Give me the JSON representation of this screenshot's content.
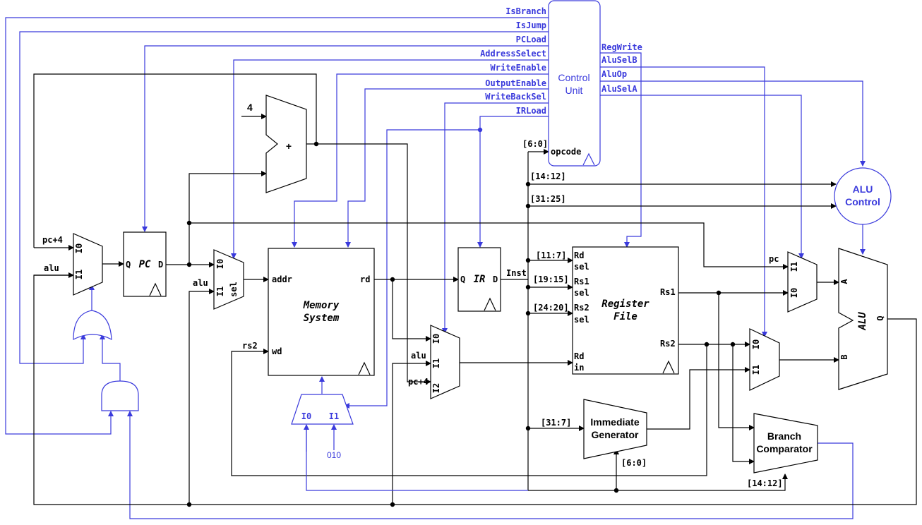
{
  "control_unit": {
    "title_line1": "Control",
    "title_line2": "Unit",
    "outputs_left": [
      "IsBranch",
      "IsJump",
      "PCLoad",
      "AddressSelect",
      "WriteEnable",
      "OutputEnable",
      "WriteBackSel",
      "IRLoad"
    ],
    "outputs_right": [
      "RegWrite",
      "AluSelB",
      "AluOp",
      "AluSelA"
    ],
    "opcode_label": "opcode",
    "opcode_bits": "[6:0]"
  },
  "alu_control": {
    "line1": "ALU",
    "line2": "Control",
    "in_a": "[14:12]",
    "in_b": "[31:25]"
  },
  "adder": {
    "const": "4",
    "op": "+"
  },
  "pc_mux": {
    "in0": "I0",
    "in1": "I1",
    "in0_src": "pc+4",
    "in1_src": "alu"
  },
  "pc_reg": {
    "q": "Q",
    "name": "PC",
    "d": "D"
  },
  "addr_mux": {
    "in0": "I0",
    "in1": "I1",
    "sel": "sel",
    "in1_src": "alu"
  },
  "memory": {
    "line1": "Memory",
    "line2": "System",
    "addr": "addr",
    "rd": "rd",
    "wd": "wd",
    "wd_src": "rs2",
    "sel_mux": {
      "in0": "I0",
      "in1": "I1",
      "const": "010"
    }
  },
  "ir_reg": {
    "q": "Q",
    "name": "IR",
    "d": "D",
    "out": "Inst"
  },
  "wb_mux": {
    "in0": "I0",
    "in1": "I1",
    "in2": "I2",
    "in1_src": "alu",
    "in2_src": "pc+4"
  },
  "register_file": {
    "line1": "Register",
    "line2": "File",
    "rd_sel": [
      "Rd",
      "sel"
    ],
    "rs1_sel": [
      "Rs1",
      "sel"
    ],
    "rs2_sel": [
      "Rs2",
      "sel"
    ],
    "rd_in": [
      "Rd",
      "in"
    ],
    "rs1": "Rs1",
    "rs2": "Rs2",
    "bits_rd": "[11:7]",
    "bits_rs1": "[19:15]",
    "bits_rs2": "[24:20]"
  },
  "imm_gen": {
    "line1": "Immediate",
    "line2": "Generator",
    "in_bits": "[31:7]",
    "op_bits": "[6:0]"
  },
  "branch_cmp": {
    "line1": "Branch",
    "line2": "Comparator",
    "funct_bits": "[14:12]"
  },
  "a_mux": {
    "in1": "I1",
    "in0": "I0",
    "in1_src": "pc"
  },
  "b_mux": {
    "in0": "I0",
    "in1": "I1"
  },
  "alu": {
    "a": "A",
    "b": "B",
    "name": "ALU",
    "q": "Q"
  }
}
